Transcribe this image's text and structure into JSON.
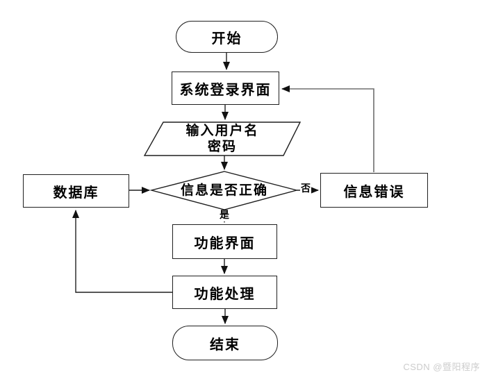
{
  "diagram": {
    "title": "login-system-flowchart",
    "nodes": {
      "start": {
        "label": "开始",
        "type": "terminator"
      },
      "login": {
        "label": "系统登录界面",
        "type": "process"
      },
      "input": {
        "line1": "输入用户名",
        "line2": "密码",
        "type": "io"
      },
      "decision": {
        "label": "信息是否正确",
        "type": "decision"
      },
      "database": {
        "label": "数据库",
        "type": "process"
      },
      "error": {
        "label": "信息错误",
        "type": "process"
      },
      "function_ui": {
        "label": "功能界面",
        "type": "process"
      },
      "function_process": {
        "label": "功能处理",
        "type": "process"
      },
      "end": {
        "label": "结束",
        "type": "terminator"
      }
    },
    "edge_labels": {
      "no": "否",
      "yes": "是"
    },
    "edges": [
      {
        "from": "start",
        "to": "login"
      },
      {
        "from": "login",
        "to": "input"
      },
      {
        "from": "input",
        "to": "decision"
      },
      {
        "from": "database",
        "to": "decision"
      },
      {
        "from": "decision",
        "to": "error",
        "label": "否"
      },
      {
        "from": "error",
        "to": "login"
      },
      {
        "from": "decision",
        "to": "function_ui",
        "label": "是"
      },
      {
        "from": "function_ui",
        "to": "function_process"
      },
      {
        "from": "function_process",
        "to": "database"
      },
      {
        "from": "function_process",
        "to": "end"
      }
    ]
  },
  "watermark": {
    "text": "CSDN @暨阳程序"
  },
  "colors": {
    "stroke": "#1f1f1f",
    "arrow": "#111111",
    "background": "#ffffff",
    "watermark": "#cccccc"
  }
}
